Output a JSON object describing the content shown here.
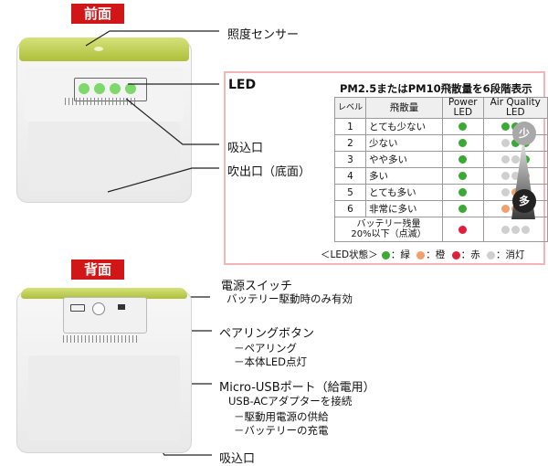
{
  "front": {
    "header": "前面",
    "labels": {
      "light_sensor": "照度センサー",
      "led": "LED",
      "intake": "吸込口",
      "outlet": "吹出口（底面）"
    }
  },
  "legend_box": {
    "title": "PM2.5またはPM10飛散量を6段階表示",
    "columns": {
      "level": "レベル",
      "amount": "飛散量",
      "power_led_1": "Power",
      "power_led_2": "LED",
      "aq_led_1": "Air Quality",
      "aq_led_2": "LED"
    },
    "rows": [
      {
        "level": "1",
        "amount": "とても少ない",
        "power": "green",
        "aq": [
          "green",
          "green",
          "green"
        ]
      },
      {
        "level": "2",
        "amount": "少ない",
        "power": "green",
        "aq": [
          "off",
          "green",
          "green"
        ]
      },
      {
        "level": "3",
        "amount": "やや多い",
        "power": "green",
        "aq": [
          "off",
          "off",
          "green"
        ]
      },
      {
        "level": "4",
        "amount": "多い",
        "power": "green",
        "aq": [
          "off",
          "off",
          "orange"
        ]
      },
      {
        "level": "5",
        "amount": "とても多い",
        "power": "green",
        "aq": [
          "off",
          "orange",
          "orange"
        ]
      },
      {
        "level": "6",
        "amount": "非常に多い",
        "power": "green",
        "aq": [
          "orange",
          "orange",
          "orange"
        ]
      }
    ],
    "battery_row": {
      "label_1": "バッテリー残量",
      "label_2": "20%以下（点滅）",
      "power": "red",
      "aq": [
        "off",
        "off",
        "off"
      ]
    },
    "scale": {
      "top": "少",
      "bottom": "多"
    },
    "state_legend": {
      "prefix": "＜LED状態＞",
      "green": "：緑",
      "orange": "：橙",
      "red": "：赤",
      "off": "：消灯"
    }
  },
  "back": {
    "header": "背面",
    "labels": {
      "power_switch": "電源スイッチ",
      "power_switch_note": "バッテリー駆動時のみ有効",
      "pairing_button": "ペアリングボタン",
      "pairing_note_1": "－ペアリング",
      "pairing_note_2": "－本体LED点灯",
      "usb_port": "Micro-USBポート（給電用）",
      "usb_note_1": "USB-ACアダプターを接続",
      "usb_note_2": "－駆動用電源の供給",
      "usb_note_3": "－バッテリーの充電",
      "intake": "吸込口"
    }
  },
  "colors": {
    "header": "#d01616",
    "box_border": "#f2b6b6",
    "green": "#3aaa35",
    "orange": "#f2a06c",
    "red": "#e11d3c",
    "off": "#cfcfcf"
  }
}
